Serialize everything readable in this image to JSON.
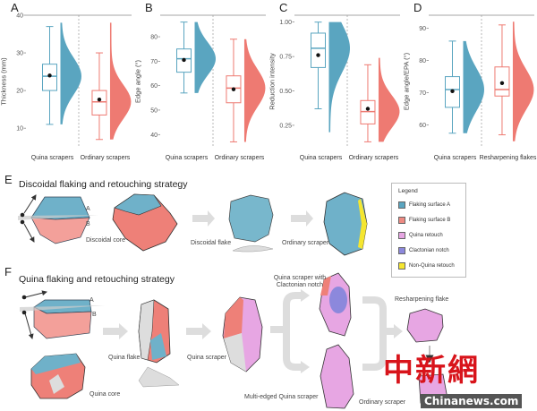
{
  "panels": {
    "A": "A",
    "B": "B",
    "C": "C",
    "D": "D",
    "E": "E",
    "F": "F"
  },
  "colors": {
    "quina": "#5aa5c0",
    "ordinary": "#ee7a72",
    "pink": "#e7a6e3",
    "purple": "#8c88dc",
    "yellow": "#f5e630",
    "grey": "#ddd"
  },
  "chart_data": [
    {
      "type": "box",
      "panel": "A",
      "ylabel": "Thickness (mm)",
      "ylim": [
        4.8,
        40
      ],
      "yticks": [
        10,
        20,
        30,
        40
      ],
      "categories": [
        "Quina scrapers",
        "Ordinary scrapers"
      ],
      "series": [
        {
          "name": "Quina scrapers",
          "whisker": [
            11,
            37
          ],
          "box": [
            20,
            27
          ],
          "median": 23.8,
          "mean": 24,
          "density": [
            11,
            38
          ]
        },
        {
          "name": "Ordinary scrapers",
          "whisker": [
            7,
            30
          ],
          "box": [
            13.5,
            20
          ],
          "median": 17,
          "mean": 17.6,
          "density": [
            7,
            38
          ]
        }
      ]
    },
    {
      "type": "box",
      "panel": "B",
      "ylabel": "Edge angle (°)",
      "ylim": [
        34.6,
        88.8
      ],
      "yticks": [
        40,
        50,
        60,
        70,
        80
      ],
      "categories": [
        "Quina scrapers",
        "Ordinary scrapers"
      ],
      "series": [
        {
          "name": "Quina scrapers",
          "whisker": [
            57,
            86
          ],
          "box": [
            65.5,
            75
          ],
          "median": 71,
          "mean": 70.5,
          "density": [
            57,
            86
          ]
        },
        {
          "name": "Ordinary scrapers",
          "whisker": [
            37,
            79
          ],
          "box": [
            53,
            64
          ],
          "median": 59,
          "mean": 58.5,
          "density": [
            37,
            79
          ]
        }
      ]
    },
    {
      "type": "box",
      "panel": "C",
      "ylabel": "Reduction intensity",
      "ylim": [
        0.087,
        1.05
      ],
      "yticks": [
        "0.25",
        "0.50",
        "0.75",
        "1.00"
      ],
      "categories": [
        "Quina scrapers",
        "Ordinary scrapers"
      ],
      "series": [
        {
          "name": "Quina scrapers",
          "whisker": [
            0.37,
            1.0
          ],
          "box": [
            0.67,
            0.92
          ],
          "median": 0.81,
          "mean": 0.76,
          "density": [
            0.2,
            1.0
          ]
        },
        {
          "name": "Ordinary scrapers",
          "whisker": [
            0.13,
            0.69
          ],
          "box": [
            0.26,
            0.43
          ],
          "median": 0.35,
          "mean": 0.37,
          "density": [
            0.13,
            0.74
          ]
        }
      ]
    },
    {
      "type": "box",
      "panel": "D",
      "ylabel": "Edge angle/EPA (°)",
      "ylim": [
        53,
        94
      ],
      "yticks": [
        60,
        70,
        80,
        90
      ],
      "categories": [
        "Quina scrapers",
        "Resharpening flakes"
      ],
      "series": [
        {
          "name": "Quina scrapers",
          "whisker": [
            57.5,
            86
          ],
          "box": [
            65.5,
            75
          ],
          "median": 71,
          "mean": 70.5,
          "density": [
            57.5,
            86
          ]
        },
        {
          "name": "Resharpening flakes",
          "whisker": [
            57,
            91
          ],
          "box": [
            69,
            78
          ],
          "median": 71,
          "mean": 73,
          "density": [
            55,
            92
          ]
        }
      ]
    }
  ],
  "E": {
    "title": "Discoidal flaking and retouching strategy",
    "surface_a": "A",
    "surface_b": "B",
    "core": "Discoidal core",
    "flake": "Discoidal flake",
    "scraper": "Ordinary scraper"
  },
  "F": {
    "title": "Quina flaking and retouching strategy",
    "surface_a": "A",
    "surface_b": "B",
    "core": "Quina core",
    "flake": "Quina flake",
    "scraper": "Quina scraper",
    "notch": "Quina scraper with Clactonian notch",
    "multi": "Multi-edged Quina scraper",
    "resharp": "Resharpening flake",
    "ordinary": "Ordinary scraper"
  },
  "legend": {
    "title": "Legend",
    "items": [
      {
        "label": "Flaking surface A",
        "color": "#5aa5c0"
      },
      {
        "label": "Flaking surface B",
        "color": "#ee8a82"
      },
      {
        "label": "Quina retouch",
        "color": "#e7a6e3"
      },
      {
        "label": "Clactonian notch",
        "color": "#8c88dc"
      },
      {
        "label": "Non-Quina retouch",
        "color": "#f5e630"
      }
    ]
  },
  "watermark": {
    "cn": "中新网",
    "en": "Chinanews.com"
  }
}
